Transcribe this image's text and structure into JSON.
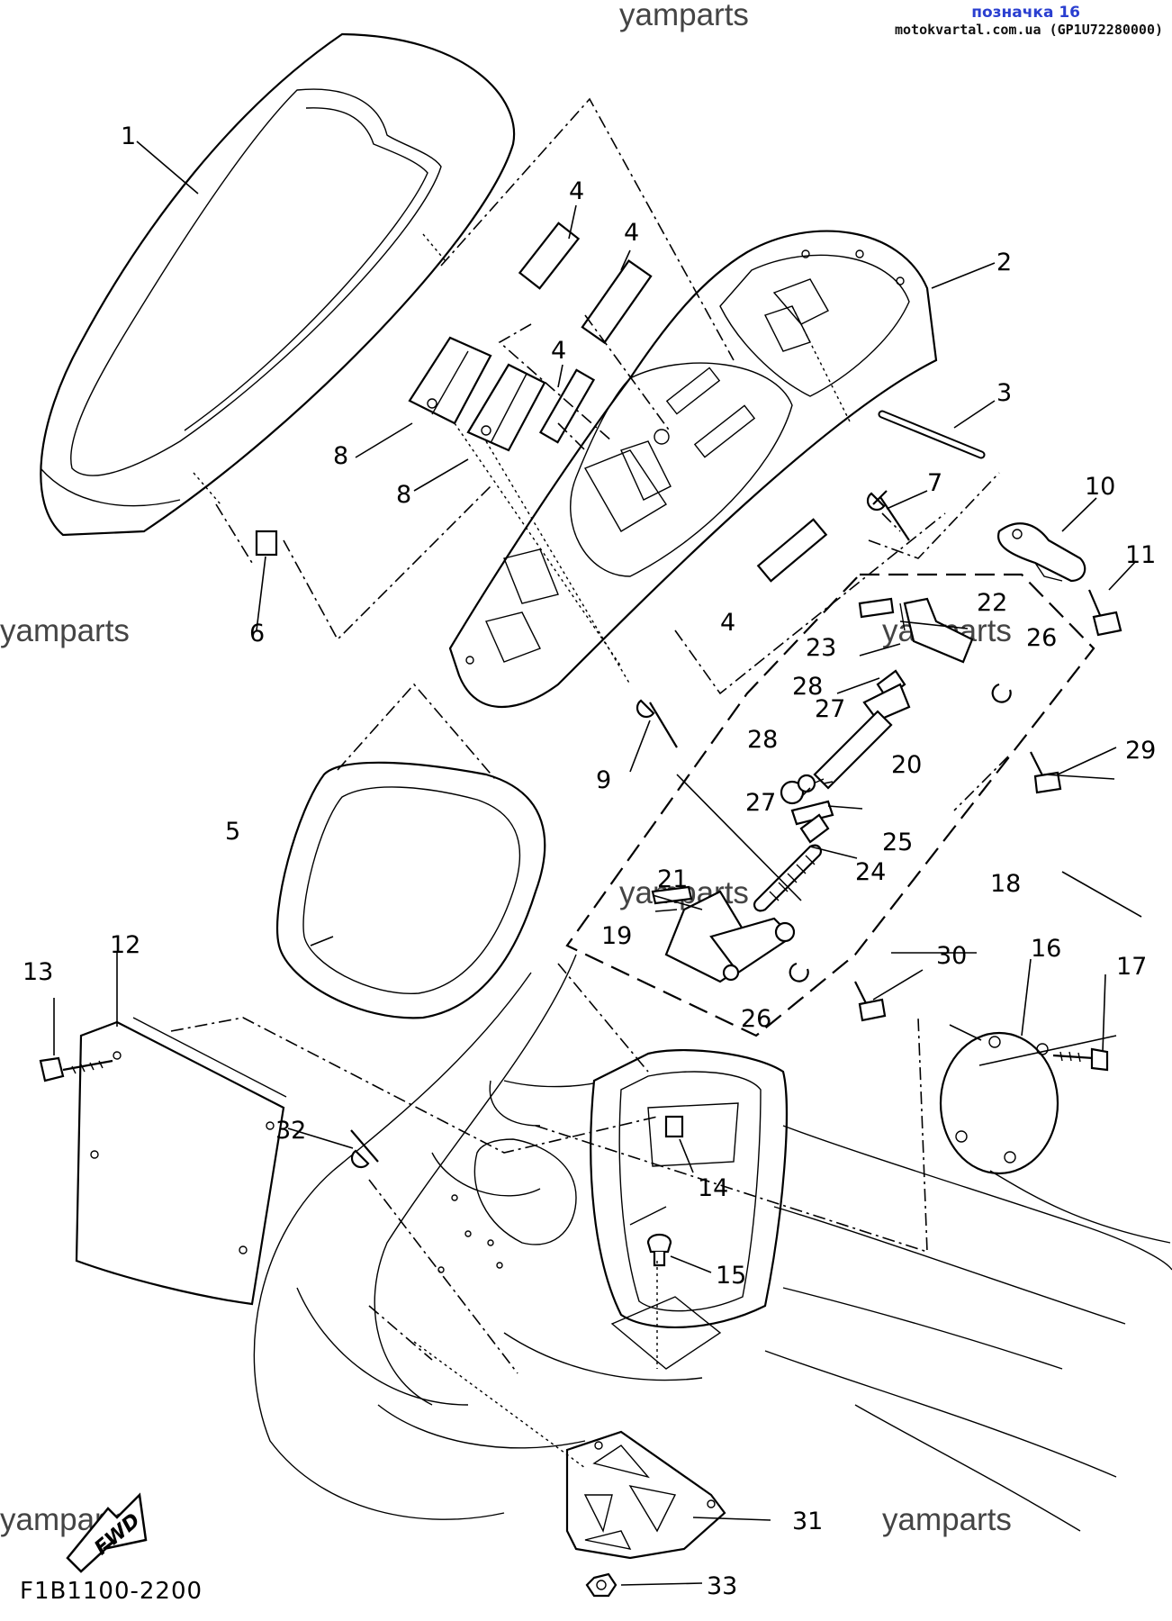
{
  "header": {
    "badge_title": "позначка 16",
    "badge_source": "motokvartal.com.ua (GP1U72280000)"
  },
  "watermark": "yamparts",
  "diagram_code": "F1B1100-2200",
  "fwd_label": "FWD",
  "callouts": [
    "1",
    "2",
    "3",
    "4",
    "4",
    "4",
    "4",
    "5",
    "6",
    "7",
    "8",
    "8",
    "9",
    "10",
    "11",
    "12",
    "13",
    "14",
    "15",
    "16",
    "17",
    "18",
    "19",
    "20",
    "21",
    "22",
    "23",
    "24",
    "25",
    "26",
    "26",
    "27",
    "27",
    "28",
    "28",
    "29",
    "30",
    "31",
    "32",
    "33"
  ]
}
